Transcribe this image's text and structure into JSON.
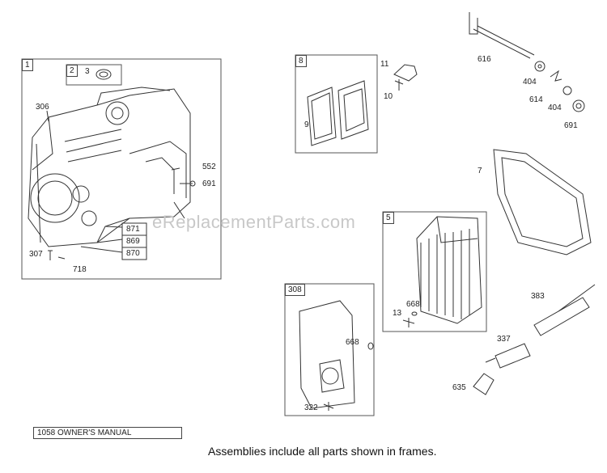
{
  "frames": {
    "f1": "1",
    "f2": "2",
    "f8": "8",
    "f5": "5",
    "f308": "308"
  },
  "parts": {
    "p3": "3",
    "p306": "306",
    "p552": "552",
    "p691a": "691",
    "p871": "871",
    "p869": "869",
    "p870": "870",
    "p307": "307",
    "p718": "718",
    "p9": "9",
    "p11": "11",
    "p10": "10",
    "p616": "616",
    "p404a": "404",
    "p614": "614",
    "p404b": "404",
    "p691b": "691",
    "p7": "7",
    "p668a": "668",
    "p13": "13",
    "p383": "383",
    "p668b": "668",
    "p337": "337",
    "p322": "322",
    "p635": "635"
  },
  "manual_label": "1058 OWNER'S MANUAL",
  "footer_note": "Assemblies include all parts shown in frames.",
  "watermark": "eReplacementParts.com"
}
